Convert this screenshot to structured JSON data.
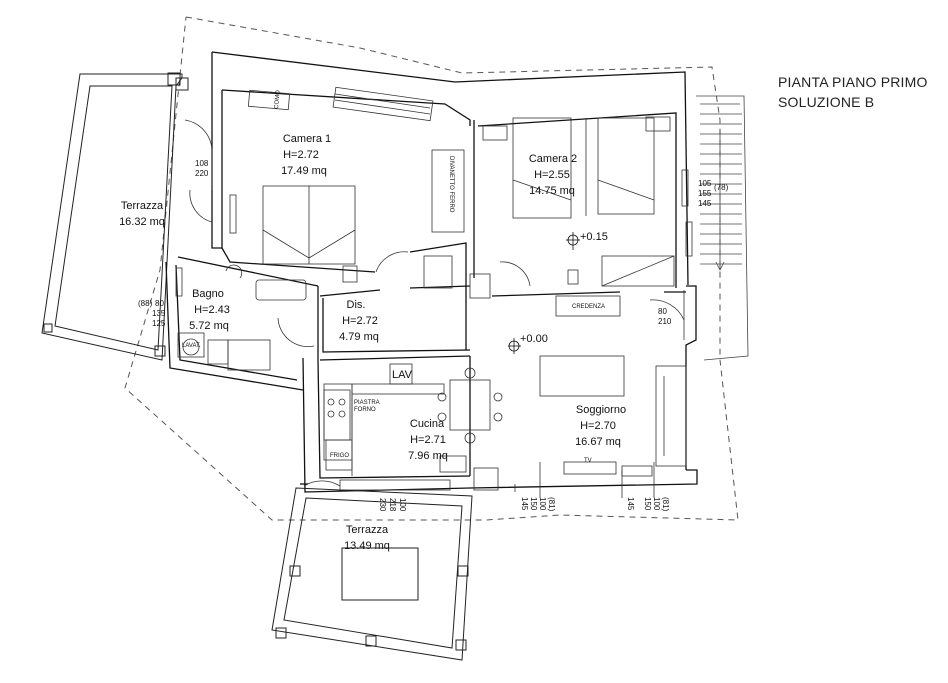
{
  "title": {
    "line1": "PIANTA PIANO PRIMO",
    "line2": "SOLUZIONE B"
  },
  "rooms": {
    "camera1": {
      "name": "Camera 1",
      "height": "H=2.72",
      "area": "17.49 mq"
    },
    "camera2": {
      "name": "Camera 2",
      "height": "H=2.55",
      "area": "14.75 mq"
    },
    "terrazza1": {
      "name": "Terrazza",
      "area": "16.32 mq"
    },
    "bagno": {
      "name": "Bagno",
      "height": "H=2.43",
      "area": "5.72 mq"
    },
    "dis": {
      "name": "Dis.",
      "height": "H=2.72",
      "area": "4.79 mq"
    },
    "cucina": {
      "name": "Cucina",
      "height": "H=2.71",
      "area": "7.96 mq"
    },
    "soggiorno": {
      "name": "Soggiorno",
      "height": "H=2.70",
      "area": "16.67 mq"
    },
    "terrazza2": {
      "name": "Terrazza",
      "area": "13.49 mq"
    }
  },
  "levels": {
    "upper": "+0.15",
    "lower": "+0.00"
  },
  "furniture": {
    "comò": "COMÒ",
    "divanetto": "DIVANETTO FERRO",
    "credenza": "CREDENZA",
    "lav": "LAV",
    "piastra": "PIASTRA",
    "forno": "FORNO",
    "frigo": "FRIGO",
    "lavat": "LAVAT.",
    "tv": "TV"
  },
  "dimensions": {
    "cam1_door_a": "108",
    "cam1_door_b": "220",
    "cam2_win_a": "105",
    "cam2_win_b": "(78)",
    "cam2_win_c": "155",
    "cam2_win_d": "145",
    "bagno_win_a": "(88)",
    "bagno_win_b": "80",
    "bagno_win_c": "135",
    "bagno_win_d": "125",
    "sogg_door_a": "80",
    "sogg_door_b": "210",
    "cucina_win_a": "100",
    "cucina_win_b": "218",
    "cucina_win_c": "230",
    "sogg_win1_a": "100",
    "sogg_win1_b": "150",
    "sogg_win1_c": "(81)",
    "sogg_win1_d": "145",
    "sogg_win2_a": "100",
    "sogg_win2_b": "150",
    "sogg_win2_c": "(81)",
    "sogg_win2_d": "145"
  }
}
